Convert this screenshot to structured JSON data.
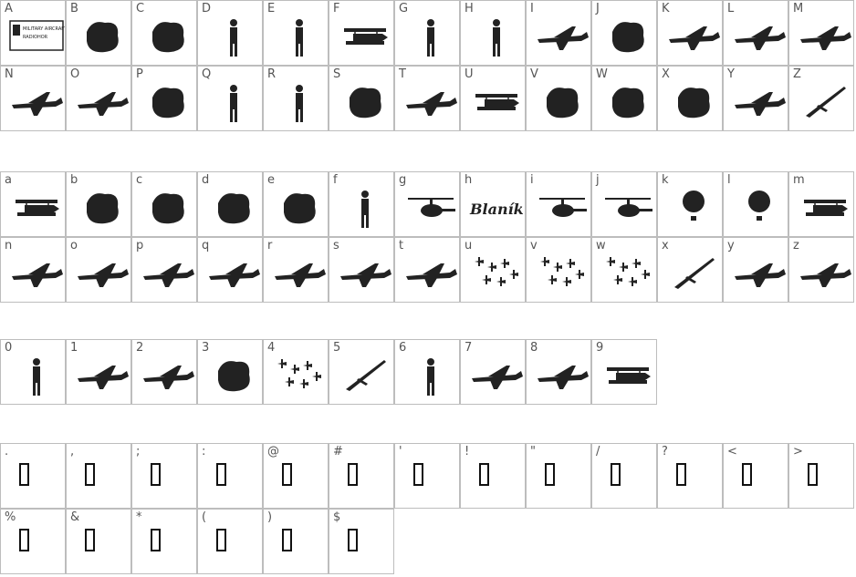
{
  "rows": [
    {
      "cells": [
        {
          "label": "A",
          "glyph": "stamp-glyph"
        },
        {
          "label": "B",
          "glyph": "propeller-glyph"
        },
        {
          "label": "C",
          "glyph": "portrait-glyph"
        },
        {
          "label": "D",
          "glyph": "pilot-glyph"
        },
        {
          "label": "E",
          "glyph": "parachutist-glyph"
        },
        {
          "label": "F",
          "glyph": "biplane-glyph"
        },
        {
          "label": "G",
          "glyph": "person-waving-glyph"
        },
        {
          "label": "H",
          "glyph": "standing-person-glyph"
        },
        {
          "label": "I",
          "glyph": "monoplane-glyph"
        },
        {
          "label": "J",
          "glyph": "cockpit-glyph"
        },
        {
          "label": "K",
          "glyph": "aircraft-glyph"
        },
        {
          "label": "L",
          "glyph": "plane-silhouette-glyph"
        },
        {
          "label": "M",
          "glyph": "airfield-glyph"
        }
      ]
    },
    {
      "cells": [
        {
          "label": "N",
          "glyph": "highwing-plane-glyph"
        },
        {
          "label": "O",
          "glyph": "plane-glyph"
        },
        {
          "label": "P",
          "glyph": "palm-glyph"
        },
        {
          "label": "Q",
          "glyph": "figure-glyph"
        },
        {
          "label": "R",
          "glyph": "figure-glyph"
        },
        {
          "label": "S",
          "glyph": "truck-glyph"
        },
        {
          "label": "T",
          "glyph": "airliner-glyph"
        },
        {
          "label": "U",
          "glyph": "biplane-glyph"
        },
        {
          "label": "V",
          "glyph": "fan-glyph"
        },
        {
          "label": "W",
          "glyph": "pattern-glyph"
        },
        {
          "label": "X",
          "glyph": "bomb-glyph"
        },
        {
          "label": "Y",
          "glyph": "landscape-plane-glyph"
        },
        {
          "label": "Z",
          "glyph": "glider-glyph"
        }
      ]
    },
    {
      "cells": [
        {
          "label": "a",
          "glyph": "biplane-glyph"
        },
        {
          "label": "b",
          "glyph": "hangar-glyph"
        },
        {
          "label": "c",
          "glyph": "cockpit-glyph"
        },
        {
          "label": "d",
          "glyph": "map-glyph"
        },
        {
          "label": "e",
          "glyph": "cloud-glyph"
        },
        {
          "label": "f",
          "glyph": "jumper-glyph"
        },
        {
          "label": "g",
          "glyph": "helicopter-glyph"
        },
        {
          "label": "h",
          "glyph": "script-logo-glyph"
        },
        {
          "label": "i",
          "glyph": "helicopter-glyph"
        },
        {
          "label": "j",
          "glyph": "helicopter-glyph"
        },
        {
          "label": "k",
          "glyph": "balloon-glyph"
        },
        {
          "label": "l",
          "glyph": "parachute-glyph"
        },
        {
          "label": "m",
          "glyph": "biplane-glyph"
        }
      ]
    },
    {
      "cells": [
        {
          "label": "n",
          "glyph": "plane-glyph"
        },
        {
          "label": "o",
          "glyph": "plane-glyph"
        },
        {
          "label": "p",
          "glyph": "plane-glyph"
        },
        {
          "label": "q",
          "glyph": "plane-glyph"
        },
        {
          "label": "r",
          "glyph": "plane-glyph"
        },
        {
          "label": "s",
          "glyph": "big-plane-glyph"
        },
        {
          "label": "t",
          "glyph": "big-plane-glyph"
        },
        {
          "label": "u",
          "glyph": "formation-glyph"
        },
        {
          "label": "v",
          "glyph": "formation-glyph"
        },
        {
          "label": "w",
          "glyph": "formation-glyph"
        },
        {
          "label": "x",
          "glyph": "jet-glyph"
        },
        {
          "label": "y",
          "glyph": "airliner-glyph"
        },
        {
          "label": "z",
          "glyph": "pilot-plane-glyph"
        }
      ]
    },
    {
      "cells": [
        {
          "label": "0",
          "glyph": "standing-person-glyph"
        },
        {
          "label": "1",
          "glyph": "highwing-plane-glyph"
        },
        {
          "label": "2",
          "glyph": "highwing-plane-glyph"
        },
        {
          "label": "3",
          "glyph": "crash-glyph"
        },
        {
          "label": "4",
          "glyph": "small-planes-glyph"
        },
        {
          "label": "5",
          "glyph": "glider-glyph"
        },
        {
          "label": "6",
          "glyph": "group-people-glyph"
        },
        {
          "label": "7",
          "glyph": "plane-glyph"
        },
        {
          "label": "8",
          "glyph": "plane-glyph"
        },
        {
          "label": "9",
          "glyph": "biplane-glyph"
        }
      ]
    },
    {
      "cells": [
        {
          "label": ".",
          "glyph": "missing"
        },
        {
          "label": ",",
          "glyph": "missing"
        },
        {
          "label": ";",
          "glyph": "missing"
        },
        {
          "label": ":",
          "glyph": "missing"
        },
        {
          "label": "@",
          "glyph": "missing"
        },
        {
          "label": "#",
          "glyph": "missing"
        },
        {
          "label": "'",
          "glyph": "missing"
        },
        {
          "label": "!",
          "glyph": "missing"
        },
        {
          "label": "\"",
          "glyph": "missing"
        },
        {
          "label": "/",
          "glyph": "missing"
        },
        {
          "label": "?",
          "glyph": "missing"
        },
        {
          "label": "<",
          "glyph": "missing"
        },
        {
          "label": ">",
          "glyph": "missing"
        }
      ]
    },
    {
      "cells": [
        {
          "label": "%",
          "glyph": "missing"
        },
        {
          "label": "&",
          "glyph": "missing"
        },
        {
          "label": "*",
          "glyph": "missing"
        },
        {
          "label": "(",
          "glyph": "missing"
        },
        {
          "label": ")",
          "glyph": "missing"
        },
        {
          "label": "$",
          "glyph": "missing"
        }
      ]
    }
  ],
  "stamp_text": [
    "MILITARY AIRCRAFT",
    "RADIOHOR"
  ],
  "script_logo_text": "Blaník"
}
